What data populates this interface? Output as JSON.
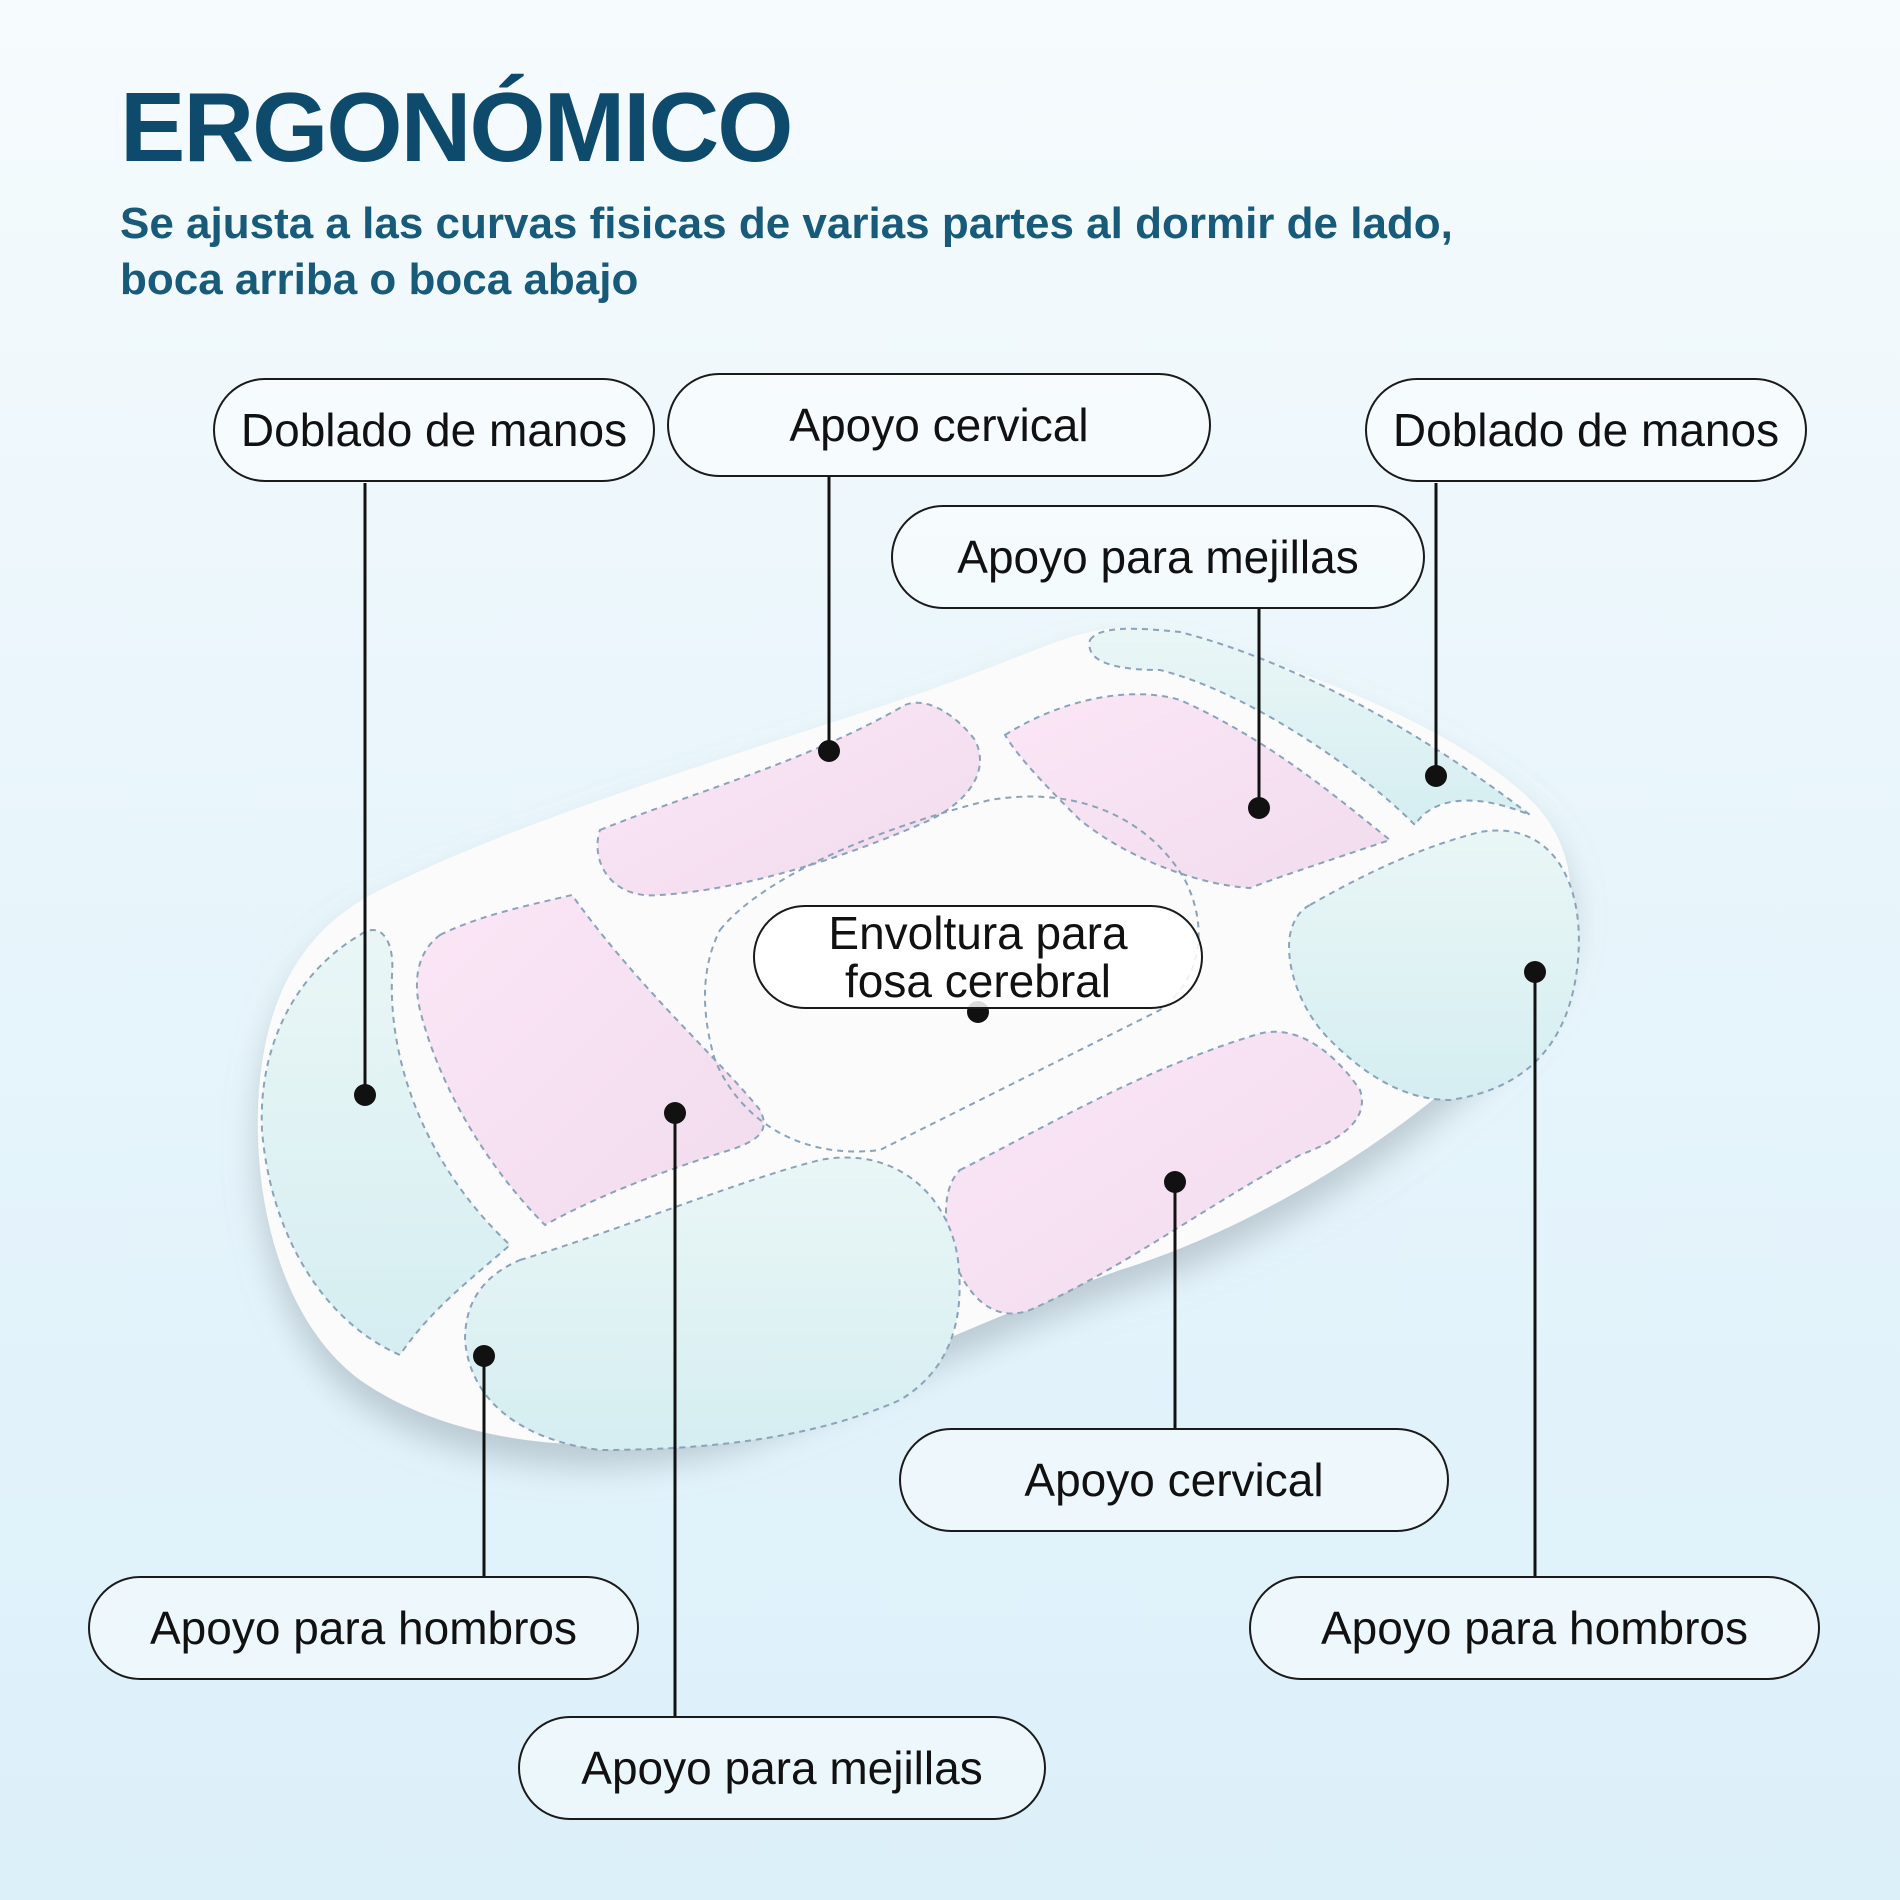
{
  "header": {
    "title": "ERGONÓMICO",
    "subtitle_line1": "Se ajusta a las curvas fisicas de varias partes al dormir de lado,",
    "subtitle_line2": "boca arriba o boca abajo"
  },
  "labels": {
    "hand_fold_left": "Doblado de manos",
    "cervical_top": "Apoyo cervical",
    "hand_fold_right": "Doblado de manos",
    "cheek_top": "Apoyo para mejillas",
    "head_wrap_line1": "Envoltura para",
    "head_wrap_line2": "fosa cerebral",
    "cervical_bottom": "Apoyo cervical",
    "shoulder_left": "Apoyo para hombros",
    "shoulder_right": "Apoyo para hombros",
    "cheek_bottom": "Apoyo para mejillas"
  },
  "colors": {
    "title": "#0e4a6b",
    "subtitle": "#185a7a",
    "pink_zone": "#f4dff0",
    "blue_zone": "#dff1f3",
    "pillow": "#fbfbfc"
  }
}
